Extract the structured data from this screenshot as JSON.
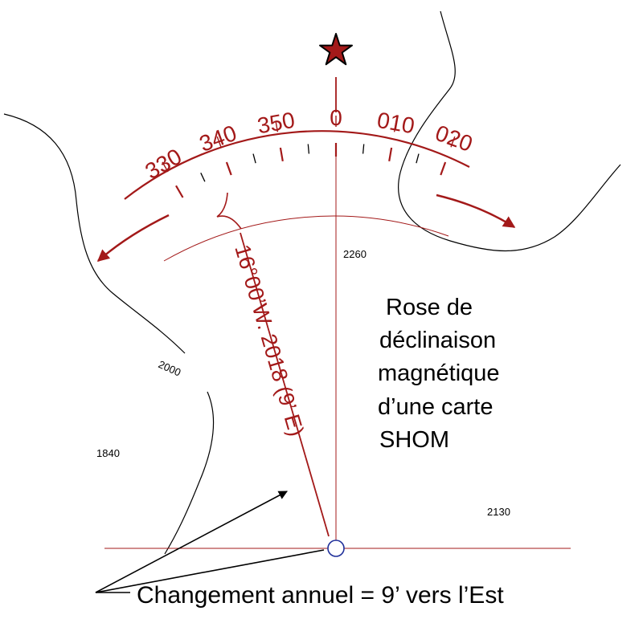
{
  "colors": {
    "accent": "#a31919",
    "contour": "#000000",
    "circle": "#1f2f9a"
  },
  "compass_labels": [
    "330",
    "340",
    "350",
    "0",
    "010",
    "020"
  ],
  "north_star_icon": "star-icon",
  "declination_text": "16°00’W. 2018 (9’ E)",
  "depth_soundings": [
    "2260",
    "2000",
    "1840",
    "2130"
  ],
  "caption": {
    "lines": [
      "Rose de",
      "déclinaison",
      "magnétique",
      "d’une carte",
      "SHOM"
    ]
  },
  "annotation": "Changement annuel = 9’ vers l’Est"
}
